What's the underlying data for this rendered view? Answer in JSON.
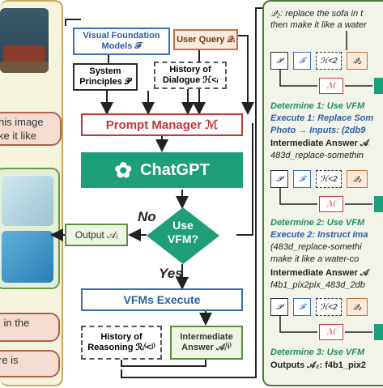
{
  "left_panel": {
    "speech_top": [
      "his image",
      "ke it like"
    ],
    "speech_bottom": [
      "l in the",
      "re is"
    ]
  },
  "center": {
    "vfm_label": "Visual Foundation",
    "vfm_label2": "Models 𝓕",
    "user_query": "User Query 𝒬ᵢ",
    "system_principles": "System",
    "system_principles2": "Principles 𝒫",
    "history_dialogue": "History of",
    "history_dialogue2": "Dialogue ℋ<ᵢ",
    "prompt_manager": "Prompt Manager ℳ",
    "chatgpt": "ChatGPT",
    "no_label": "No",
    "yes_label": "Yes",
    "use_vfm": "Use",
    "use_vfm2": "VFM?",
    "output": "Output 𝒜ᵢ",
    "vfms_execute": "VFMs Execute",
    "history_reasoning": "History of",
    "history_reasoning2": "Reasoning ℛᵢ⁽<ʲ⁾",
    "intermediate_answer": "Intermediate",
    "intermediate_answer2": "Answer 𝒜ᵢ⁽ʲ⁾"
  },
  "right_panel": {
    "query_line1": "𝒬₂: replace the sofa in t",
    "query_line2": "then make it like a water",
    "mini_p": "𝒫",
    "mini_f": "𝓕",
    "mini_h": "ℋ<2",
    "mini_q": "𝒬₂",
    "mini_m": "ℳ",
    "determine1": "Determine 1: Use VFM",
    "execute1a": "Execute 1: Replace Som",
    "execute1b": "Photo → Inputs: (2db9",
    "inter1a": "Intermediate Answer 𝒜",
    "inter1b": "483d_replace-somethin",
    "determine2": "Determine 2: Use VFM",
    "execute2a": "Execute 2: Instruct Ima",
    "execute2b": "(483d_replace-somethi",
    "execute2c": "make it like a water-co",
    "inter2a": "Intermediate Answer 𝒜",
    "inter2b": "f4b1_pix2pix_483d_2db",
    "determine3": "Determine 3: Use VFM",
    "outputs": "Outputs 𝒜₂: f4b1_pix2"
  },
  "colors": {
    "chatgpt": "#1f9e7a",
    "prompt_manager": "#c4373a",
    "vfm_blue": "#3d6fb5",
    "user_query_orange": "#c7733d",
    "diamond": "#1f9e7a",
    "determine_green": "#1f8f5a"
  }
}
